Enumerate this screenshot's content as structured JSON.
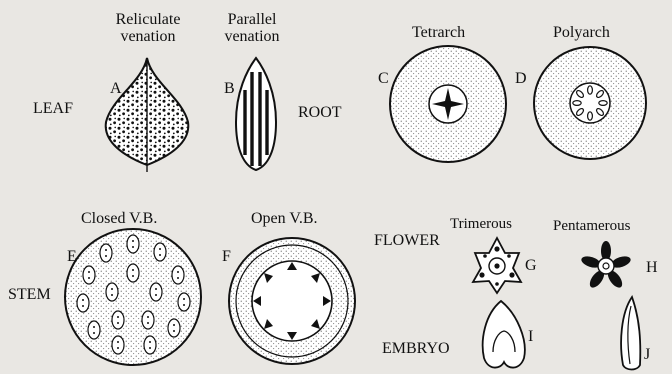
{
  "labels": {
    "reticulate": "Reliculate\nvenation",
    "parallel": "Parallel\nvenation",
    "leaf": "LEAF",
    "root": "ROOT",
    "stem": "STEM",
    "flower": "FLOWER",
    "embryo": "EMBRYO",
    "tetrarch": "Tetrarch",
    "polyarch": "Polyarch",
    "closed_vb": "Closed V.B.",
    "open_vb": "Open V.B.",
    "trimerous": "Trimerous",
    "pentamerous": "Pentamerous"
  },
  "letters": {
    "a": "A",
    "b": "B",
    "c": "C",
    "d": "D",
    "e": "E",
    "f": "F",
    "g": "G",
    "h": "H",
    "i": "I",
    "j": "J"
  },
  "colors": {
    "ink": "#111111",
    "paper": "#e9e7e3",
    "fill": "#ffffff"
  }
}
